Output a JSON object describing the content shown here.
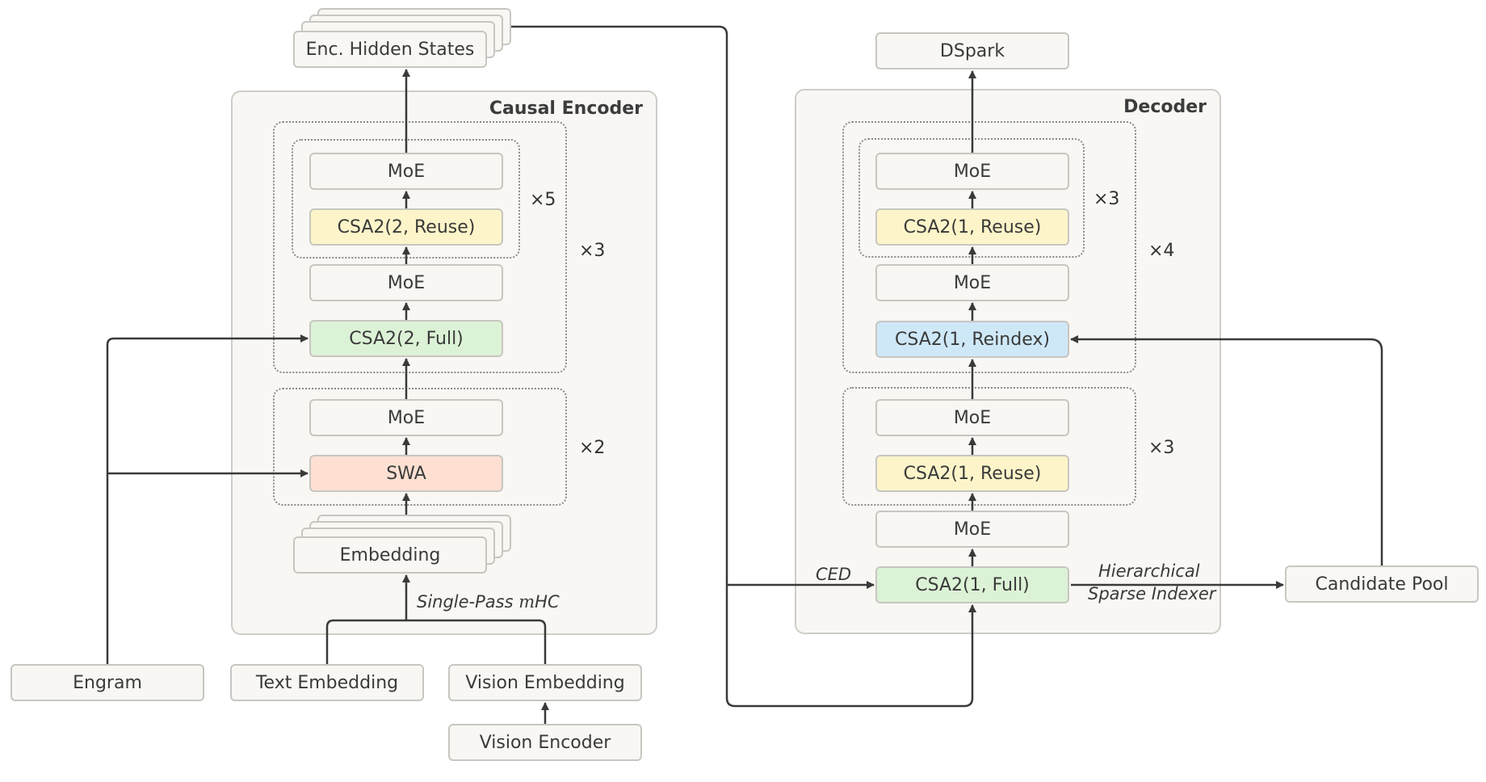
{
  "encoder": {
    "title": "Causal Encoder",
    "output": "Enc. Hidden States",
    "outer_group": {
      "moe": "MoE",
      "csa_reuse": "CSA2(2, Reuse)",
      "inner_repeat": "×5",
      "moe_after": "MoE",
      "csa_full": "CSA2(2, Full)",
      "repeat": "×3"
    },
    "swa_group": {
      "moe": "MoE",
      "swa": "SWA",
      "repeat": "×2"
    },
    "embedding": "Embedding",
    "mhc_label_prefix": "Single-Pass ",
    "mhc_label_m": "m",
    "mhc_label_suffix": "HC"
  },
  "inputs": {
    "engram": "Engram",
    "text_embedding": "Text Embedding",
    "vision_embedding": "Vision Embedding",
    "vision_encoder": "Vision Encoder"
  },
  "decoder": {
    "title": "Decoder",
    "output": "DSpark",
    "outer_group": {
      "moe": "MoE",
      "csa_reuse": "CSA2(1, Reuse)",
      "inner_repeat": "×3",
      "moe_after": "MoE",
      "csa_reindex": "CSA2(1, Reindex)",
      "repeat": "×4"
    },
    "mid_group": {
      "moe": "MoE",
      "csa_reuse": "CSA2(1, Reuse)",
      "repeat": "×3"
    },
    "bottom_moe": "MoE",
    "csa_full": "CSA2(1, Full)",
    "ced_label": "CED",
    "indexer_label_1": "Hierarchical",
    "indexer_label_2": "Sparse Indexer"
  },
  "candidate_pool": "Candidate Pool",
  "colors": {
    "yellow": "#fdf5c9",
    "green": "#dcf2d6",
    "blue": "#cfe8f8",
    "peach": "#fde0d2",
    "panel": "#f8f7f4",
    "line": "#3a3a3a"
  }
}
